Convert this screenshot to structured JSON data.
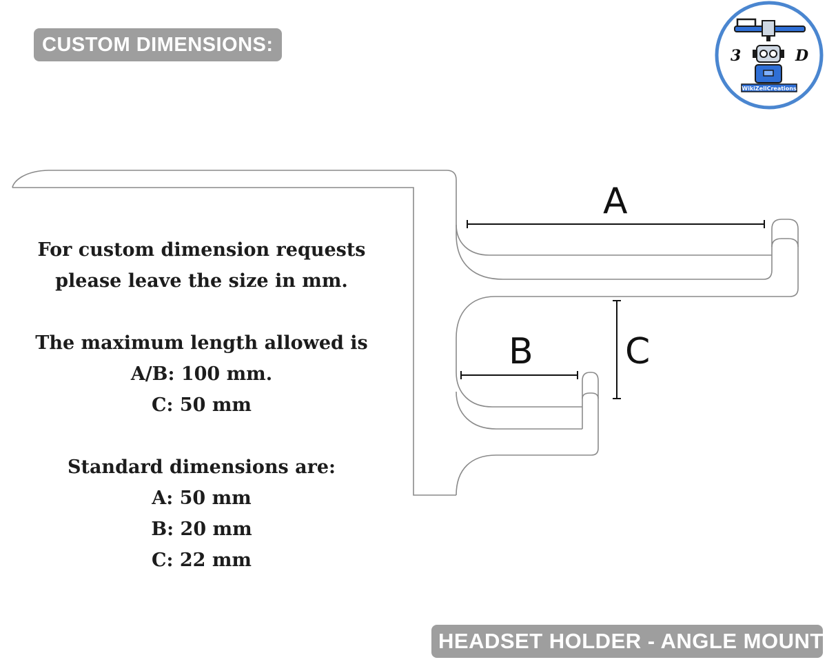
{
  "header": {
    "title": "CUSTOM DIMENSIONS:"
  },
  "footer": {
    "title": "HEADSET HOLDER - ANGLE MOUNT"
  },
  "logo": {
    "left_mark": "3",
    "right_mark": "D",
    "brand": "WikiZellCreations",
    "ring_color": "#4a86d0",
    "robot_color": "#2f6fd6"
  },
  "info": {
    "line1": "For custom dimension requests",
    "line2": "please leave the size in mm.",
    "line3": "The maximum length allowed is",
    "line4": "A/B: 100 mm.",
    "line5": "C: 50 mm",
    "line6": "Standard dimensions are:",
    "line7": "A: 50 mm",
    "line8": "B: 20 mm",
    "line9": "C: 22 mm"
  },
  "dimensions": {
    "a": "A",
    "b": "B",
    "c": "C"
  }
}
